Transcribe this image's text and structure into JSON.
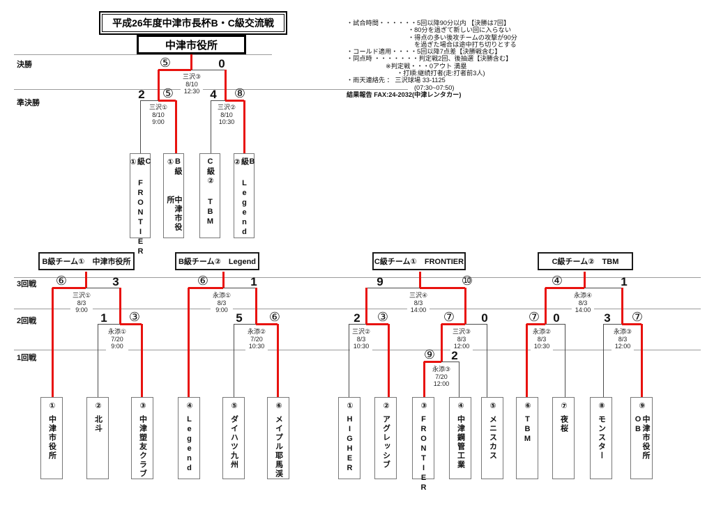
{
  "title": "平成26年度中津市長杯B・C級交流戦",
  "champion": "中津市役所",
  "colors": {
    "winner_path": "#e8120e",
    "bracket_line": "#4a4a4a",
    "separator": "#9a9a9a"
  },
  "round_labels": {
    "top": [
      "決勝",
      "準決勝"
    ],
    "bottom": [
      "3回戦",
      "2回戦",
      "1回戦"
    ]
  },
  "notes": {
    "lines": [
      {
        "text": "・試合時間・・・・・・5回以降90分以内 【決勝は7回】",
        "indent": 0,
        "bold": false
      },
      {
        "text": "・80分を過ぎて新しい回に入らない",
        "indent": 88,
        "bold": false
      },
      {
        "text": "・得点の多い後攻チームの攻撃が90分",
        "indent": 88,
        "bold": false
      },
      {
        "text": "を過ぎた場合は途中打ち切りとする",
        "indent": 97,
        "bold": false
      },
      {
        "text": "・コールド適用・・・・5回以降7点差【決勝戦含む】",
        "indent": 0,
        "bold": false
      },
      {
        "text": "・同点時 ・・・・・・・判定戦2回、後抽選【決勝含む】",
        "indent": 0,
        "bold": false
      },
      {
        "text": "※判定戦・・・0アウト 満塁",
        "indent": 56,
        "bold": false
      },
      {
        "text": "・打順:継続打者(走:打者前3人)",
        "indent": 72,
        "bold": false
      },
      {
        "text": "・雨天連絡先 ： 三沢球場 33-1125",
        "indent": 0,
        "bold": false
      },
      {
        "text": "(07:30~07:50)",
        "indent": 97,
        "bold": false
      },
      {
        "text": "結果報告 FAX:24-2032(中津レンタカー)",
        "indent": 0,
        "bold": true
      }
    ]
  },
  "final": {
    "left_score": "⑤",
    "right_score": "0",
    "venue": "三沢③",
    "date": "8/10",
    "time": "12:30"
  },
  "semifinals": [
    {
      "left_score": "2",
      "right_score": "⑤",
      "venue": "三沢①",
      "date": "8/10",
      "time": "9:00"
    },
    {
      "left_score": "4",
      "right_score": "⑧",
      "venue": "三沢②",
      "date": "8/10",
      "time": "10:30"
    }
  ],
  "finalists": [
    {
      "seed": "C級①",
      "name": "FRONTIER"
    },
    {
      "seed": "B級①",
      "name": "中津市役所"
    },
    {
      "seed": "C級②",
      "name": "TBM"
    },
    {
      "seed": "B級②",
      "name": "Legend"
    }
  ],
  "brackets": [
    {
      "header": "B級チーム①　中津市役所",
      "matches": [
        {
          "round": "3回戦",
          "left_score": "⑥",
          "right_score": "3",
          "venue": "三沢①",
          "date": "8/3",
          "time": "9:00"
        },
        {
          "round": "2回戦",
          "left_score": "1",
          "right_score": "③",
          "venue": "永添①",
          "date": "7/20",
          "time": "9:00"
        }
      ],
      "teams": [
        {
          "seed": "①",
          "name": "中津市役所"
        },
        {
          "seed": "②",
          "name": "北斗"
        },
        {
          "seed": "③",
          "name": "中津塑友クラブ"
        }
      ]
    },
    {
      "header": "B級チーム②　Legend",
      "matches": [
        {
          "round": "3回戦",
          "left_score": "⑥",
          "right_score": "1",
          "venue": "永添①",
          "date": "8/3",
          "time": "9:00"
        },
        {
          "round": "2回戦",
          "left_score": "5",
          "right_score": "⑥",
          "venue": "永添②",
          "date": "7/20",
          "time": "10:30"
        }
      ],
      "teams": [
        {
          "seed": "④",
          "name": "Legend"
        },
        {
          "seed": "⑤",
          "name": "ダイハツ九州"
        },
        {
          "seed": "⑥",
          "name": "メイプル耶馬渓"
        }
      ]
    },
    {
      "header": "C級チーム①　FRONTIER",
      "matches": [
        {
          "round": "3回戦",
          "left_score": "9",
          "right_score": "⑩",
          "venue": "三沢④",
          "date": "8/3",
          "time": "14:00"
        },
        {
          "round": "2回戦",
          "left_score": "2",
          "right_score": "③",
          "venue": "三沢②",
          "date": "8/3",
          "time": "10:30"
        },
        {
          "round": "2回戦",
          "left_score": "⑦",
          "right_score": "0",
          "venue": "三沢③",
          "date": "8/3",
          "time": "12:00"
        },
        {
          "round": "1回戦",
          "left_score": "⑨",
          "right_score": "2",
          "venue": "永添③",
          "date": "7/20",
          "time": "12:00"
        }
      ],
      "teams": [
        {
          "seed": "①",
          "name": "HIGHER"
        },
        {
          "seed": "②",
          "name": "アグレッシブ"
        },
        {
          "seed": "③",
          "name": "FRONTIER"
        },
        {
          "seed": "④",
          "name": "中津鋼管工業"
        },
        {
          "seed": "⑤",
          "name": "メニスカス"
        }
      ]
    },
    {
      "header": "C級チーム②　TBM",
      "matches": [
        {
          "round": "3回戦",
          "left_score": "④",
          "right_score": "1",
          "venue": "永添④",
          "date": "8/3",
          "time": "14:00"
        },
        {
          "round": "2回戦",
          "left_score": "⑦",
          "right_score": "0",
          "venue": "永添②",
          "date": "8/3",
          "time": "10:30"
        },
        {
          "round": "2回戦",
          "left_score": "3",
          "right_score": "⑦",
          "venue": "永添③",
          "date": "8/3",
          "time": "12:00"
        }
      ],
      "teams": [
        {
          "seed": "⑥",
          "name": "TBM"
        },
        {
          "seed": "⑦",
          "name": "夜桜"
        },
        {
          "seed": "⑧",
          "name": "モンスター"
        },
        {
          "seed": "⑨",
          "name": "中津市役所OB"
        }
      ]
    }
  ]
}
